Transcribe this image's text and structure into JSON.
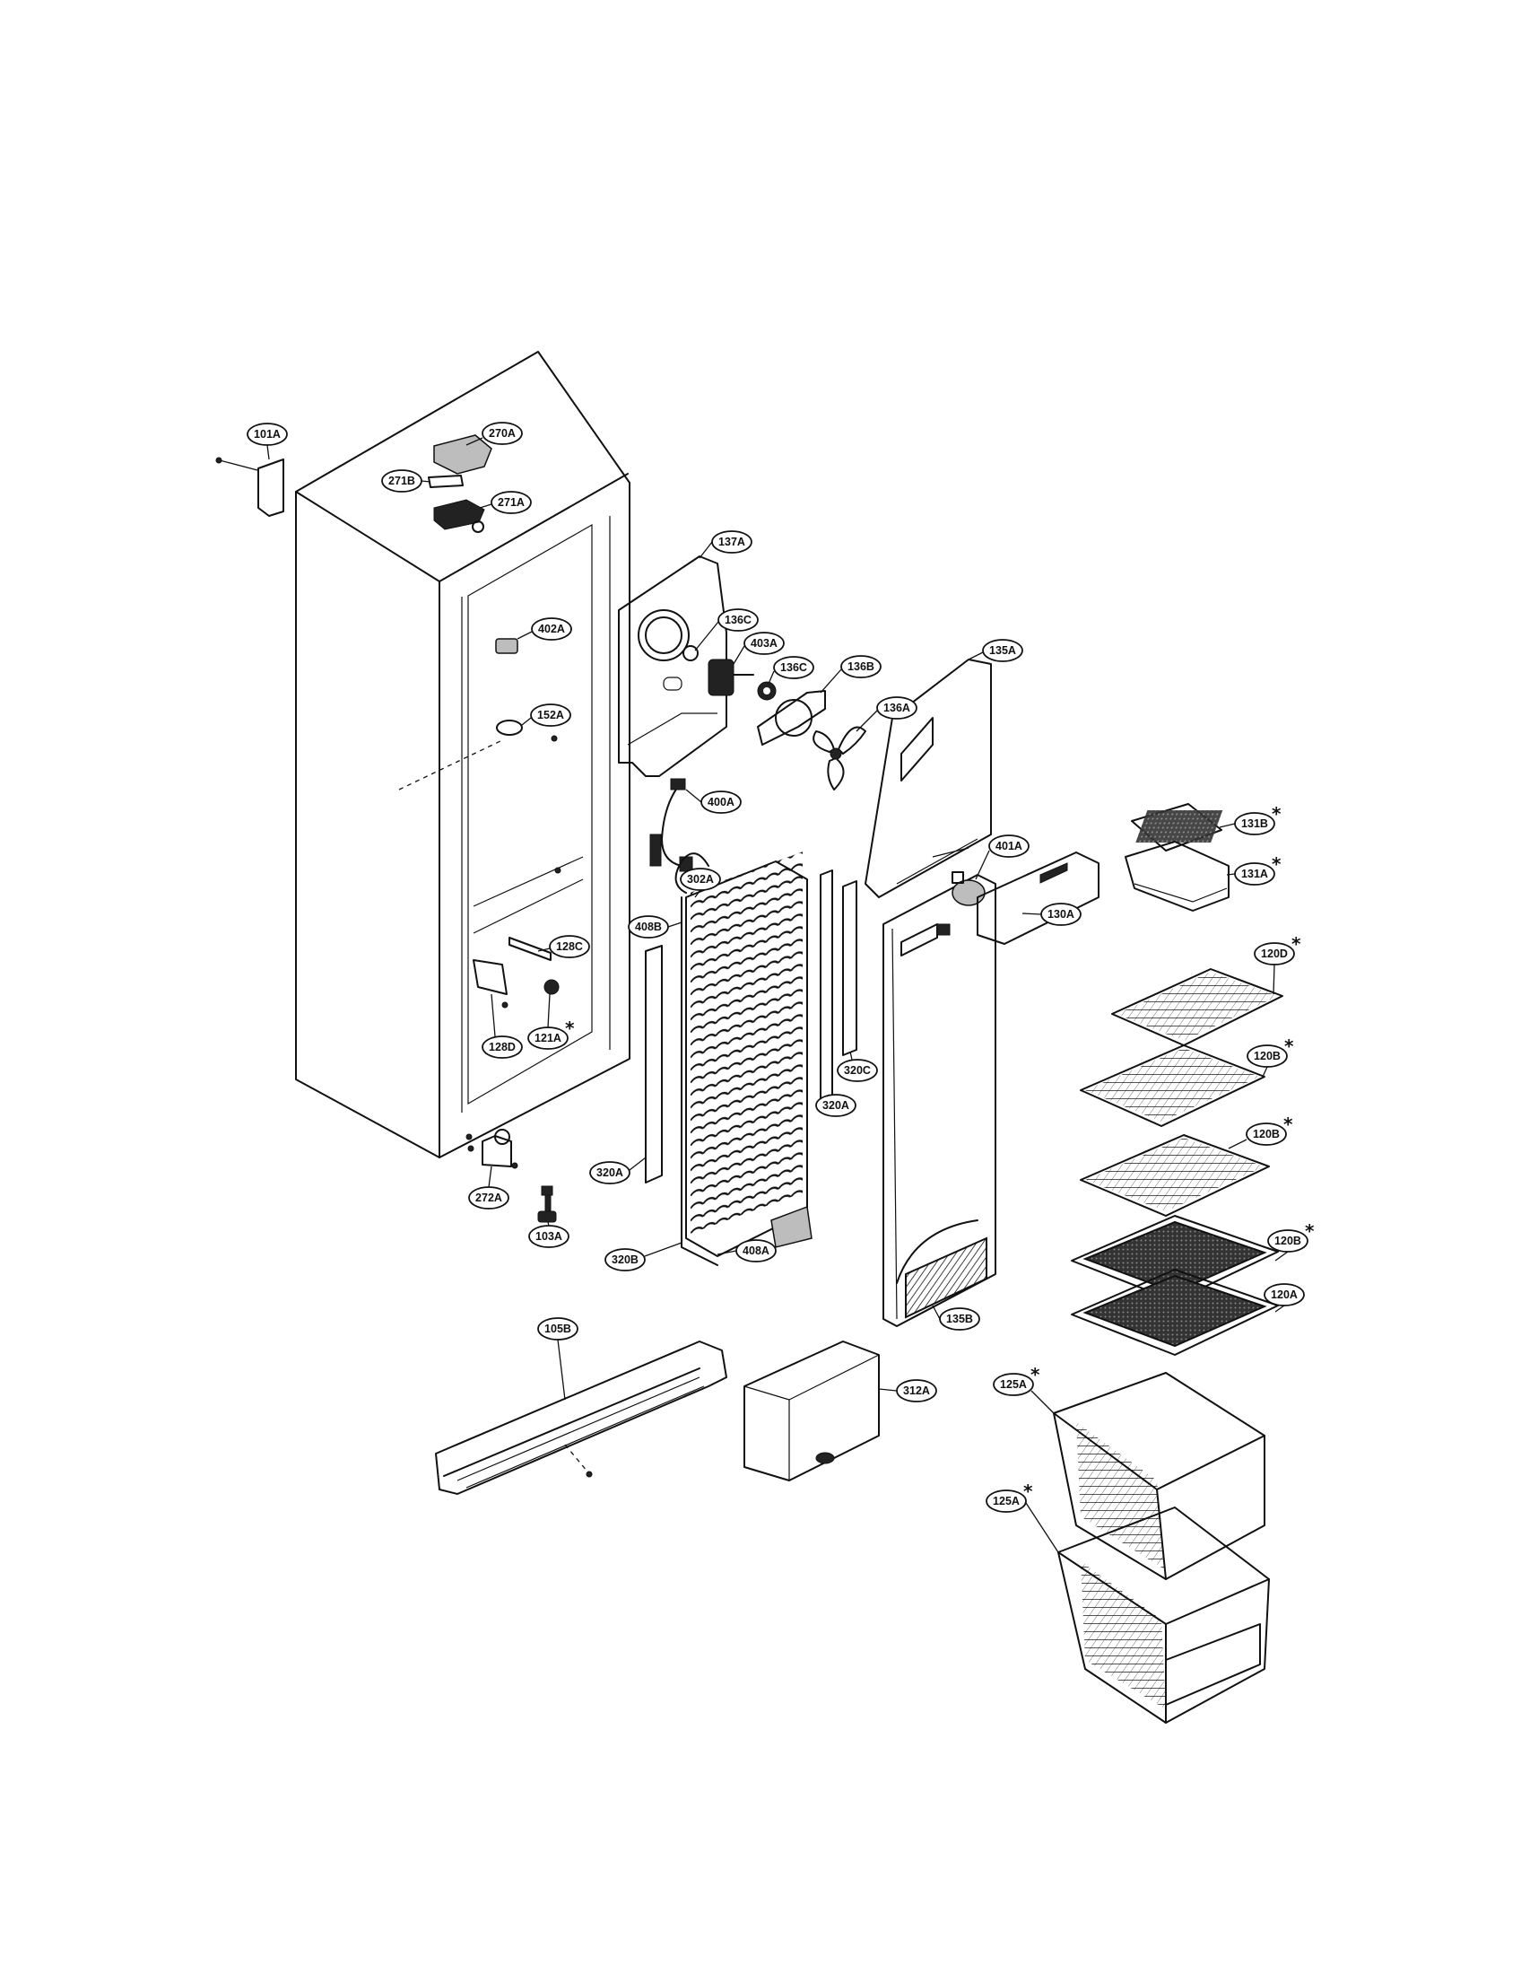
{
  "parts": [
    {
      "id": "p101A",
      "label": "101A",
      "star": false
    },
    {
      "id": "p270A",
      "label": "270A",
      "star": false
    },
    {
      "id": "p271B",
      "label": "271B",
      "star": false
    },
    {
      "id": "p271A",
      "label": "271A",
      "star": false
    },
    {
      "id": "p137A",
      "label": "137A",
      "star": false
    },
    {
      "id": "p136C1",
      "label": "136C",
      "star": false
    },
    {
      "id": "p403A",
      "label": "403A",
      "star": false
    },
    {
      "id": "p136C2",
      "label": "136C",
      "star": false
    },
    {
      "id": "p136B",
      "label": "136B",
      "star": false
    },
    {
      "id": "p136A",
      "label": "136A",
      "star": false
    },
    {
      "id": "p135A",
      "label": "135A",
      "star": false
    },
    {
      "id": "p402A",
      "label": "402A",
      "star": false
    },
    {
      "id": "p152A",
      "label": "152A",
      "star": false
    },
    {
      "id": "p400A",
      "label": "400A",
      "star": false
    },
    {
      "id": "p131B",
      "label": "131B",
      "star": true
    },
    {
      "id": "p131A",
      "label": "131A",
      "star": true
    },
    {
      "id": "p401A",
      "label": "401A",
      "star": false
    },
    {
      "id": "p302A",
      "label": "302A",
      "star": false
    },
    {
      "id": "p130A",
      "label": "130A",
      "star": false
    },
    {
      "id": "p408B",
      "label": "408B",
      "star": false
    },
    {
      "id": "p128C",
      "label": "128C",
      "star": false
    },
    {
      "id": "p120D",
      "label": "120D",
      "star": true
    },
    {
      "id": "p128D",
      "label": "128D",
      "star": false
    },
    {
      "id": "p121A",
      "label": "121A",
      "star": true
    },
    {
      "id": "p120B1",
      "label": "120B",
      "star": true
    },
    {
      "id": "p320C",
      "label": "320C",
      "star": false
    },
    {
      "id": "p320A1",
      "label": "320A",
      "star": false
    },
    {
      "id": "p120B2",
      "label": "120B",
      "star": true
    },
    {
      "id": "p320A2",
      "label": "320A",
      "star": false
    },
    {
      "id": "p272A",
      "label": "272A",
      "star": false
    },
    {
      "id": "p103A",
      "label": "103A",
      "star": false
    },
    {
      "id": "p120B3",
      "label": "120B",
      "star": true
    },
    {
      "id": "p408A",
      "label": "408A",
      "star": false
    },
    {
      "id": "p320B",
      "label": "320B",
      "star": false
    },
    {
      "id": "p120A",
      "label": "120A",
      "star": false
    },
    {
      "id": "p135B",
      "label": "135B",
      "star": false
    },
    {
      "id": "p105B",
      "label": "105B",
      "star": false
    },
    {
      "id": "p312A",
      "label": "312A",
      "star": false
    },
    {
      "id": "p125A1",
      "label": "125A",
      "star": true
    },
    {
      "id": "p125A2",
      "label": "125A",
      "star": true
    }
  ],
  "star_symbol": "*"
}
